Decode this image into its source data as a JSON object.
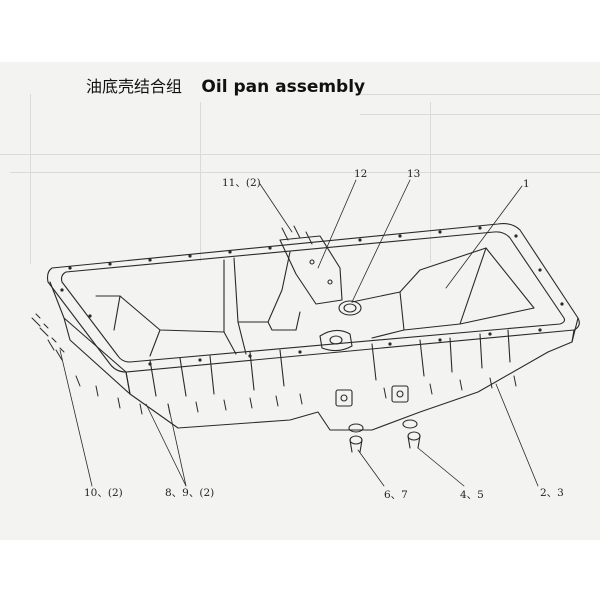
{
  "title": {
    "chinese": "油底壳结合组",
    "english": "Oil pan assembly"
  },
  "callouts": [
    {
      "id": "c1",
      "label": "1"
    },
    {
      "id": "c11",
      "label": "11、(2)"
    },
    {
      "id": "c12",
      "label": "12"
    },
    {
      "id": "c13",
      "label": "13"
    },
    {
      "id": "c10",
      "label": "10、(2)"
    },
    {
      "id": "c89",
      "label": "8、9、(2)"
    },
    {
      "id": "c67",
      "label": "6、7"
    },
    {
      "id": "c45",
      "label": "4、5"
    },
    {
      "id": "c23",
      "label": "2、3"
    }
  ],
  "colors": {
    "line": "#2a2a2a",
    "paper": "#f3f3f1"
  }
}
